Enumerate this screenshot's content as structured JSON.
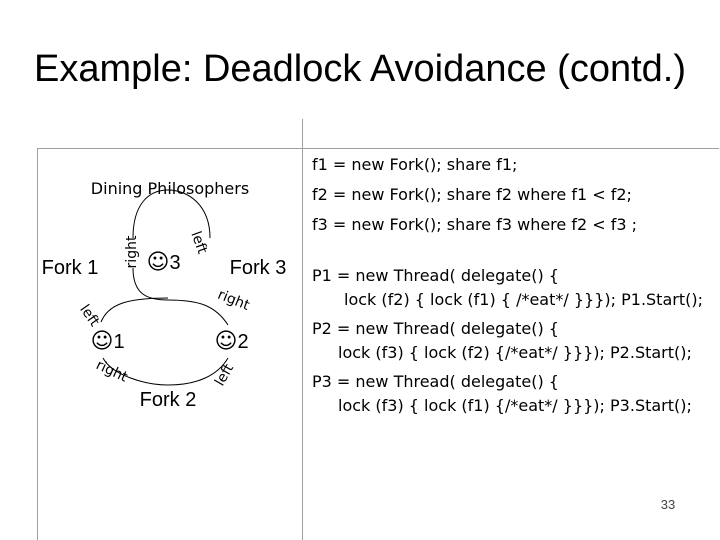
{
  "slide": {
    "title": "Example: Deadlock Avoidance (contd.)",
    "page_number": "33"
  },
  "diagram": {
    "heading": "Dining Philosophers",
    "forks": {
      "fork1": "Fork 1",
      "fork2": "Fork 2",
      "fork3": "Fork 3"
    },
    "philosophers": {
      "p1": {
        "symbol": "☺",
        "number": "1"
      },
      "p2": {
        "symbol": "☺",
        "number": "2"
      },
      "p3": {
        "symbol": "☺",
        "number": "3"
      }
    },
    "edge_labels": {
      "p3_left": "left",
      "p3_right": "right",
      "p2_right": "right",
      "p2_left": "left",
      "p1_left": "left",
      "p1_right": "right"
    }
  },
  "code": {
    "decl_f1": "f1 = new Fork(); share f1;",
    "decl_f2": "f2 = new Fork(); share f2 where f1 < f2;",
    "decl_f3": "f3 = new Fork(); share f3 where f2 < f3 ;",
    "p1_line1": "P1 = new Thread( delegate() {",
    "p1_line2": "lock (f2) { lock (f1) { /*eat*/ }}}); P1.Start();",
    "p2_line1": "P2 = new Thread( delegate() {",
    "p2_line2": "lock (f3) { lock (f2) {/*eat*/ }}}); P2.Start();",
    "p3_line1": "P3 = new Thread( delegate() {",
    "p3_line2": "lock (f3) { lock (f1) {/*eat*/ }}}); P3.Start();"
  }
}
